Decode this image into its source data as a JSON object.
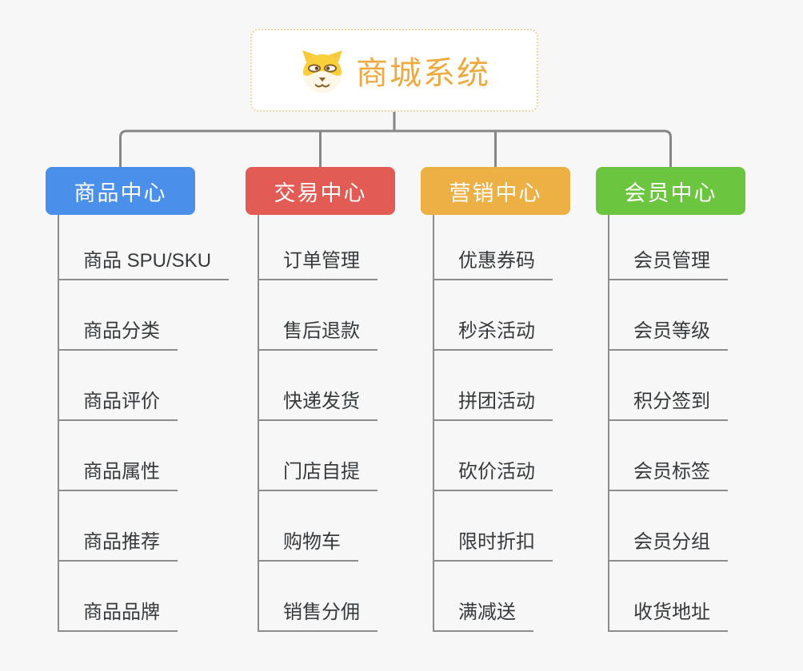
{
  "root": {
    "title": "商城系统",
    "icon": "shiba-dog-icon",
    "title_color": "#efaa3f",
    "border_color": "#f2d49e"
  },
  "style": {
    "background": "#f7f7f7",
    "connector_color": "#878787",
    "item_underline_color": "#8d8d8d",
    "item_text_color": "#373a3c"
  },
  "branches": [
    {
      "label": "商品中心",
      "color": "#4a8fea",
      "items": [
        "商品 SPU/SKU",
        "商品分类",
        "商品评价",
        "商品属性",
        "商品推荐",
        "商品品牌"
      ]
    },
    {
      "label": "交易中心",
      "color": "#e25b55",
      "items": [
        "订单管理",
        "售后退款",
        "快递发货",
        "门店自提",
        "购物车",
        "销售分佣"
      ]
    },
    {
      "label": "营销中心",
      "color": "#ecb044",
      "items": [
        "优惠券码",
        "秒杀活动",
        "拼团活动",
        "砍价活动",
        "限时折扣",
        "满减送"
      ]
    },
    {
      "label": "会员中心",
      "color": "#6cc53e",
      "items": [
        "会员管理",
        "会员等级",
        "积分签到",
        "会员标签",
        "会员分组",
        "收货地址"
      ]
    }
  ]
}
